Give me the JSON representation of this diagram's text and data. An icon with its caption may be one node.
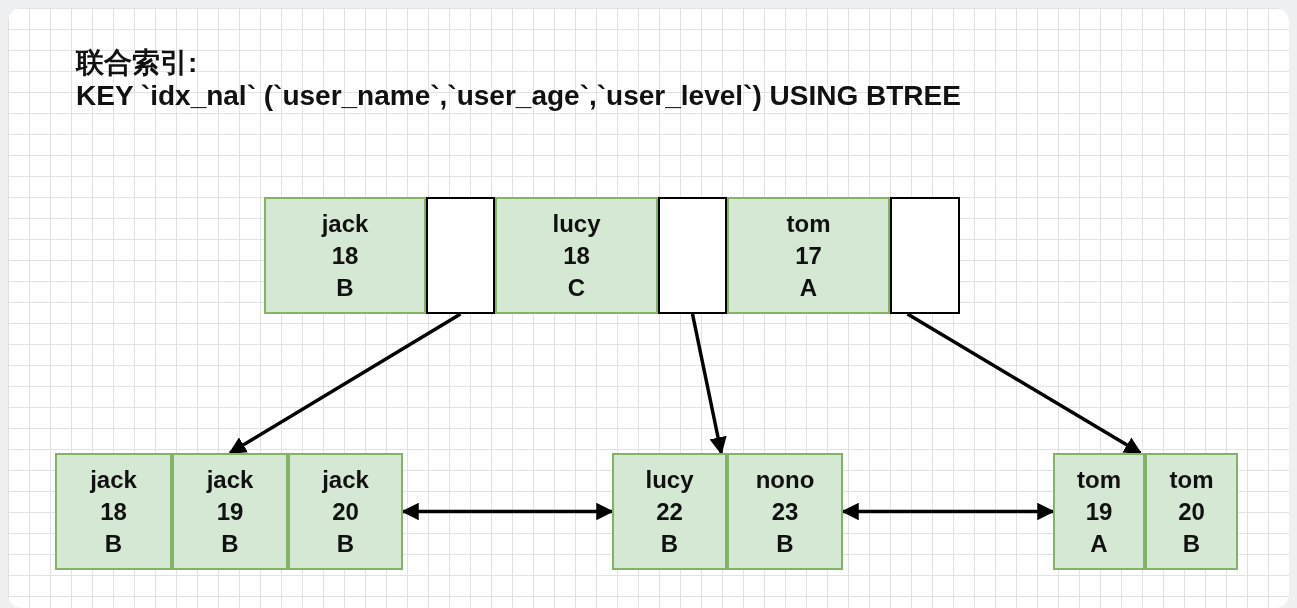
{
  "diagram": {
    "title": "联合索引:",
    "nodes": [
      {
        "text": [
          "jack",
          "18",
          "B"
        ]
      },
      {
        "text": [],
        "shape": "box"
      },
      {
        "text": [
          "lucy",
          "18",
          "C"
        ]
      },
      {
        "text": [],
        "shape": "box"
      },
      {
        "text": [
          "tom",
          "17",
          "A"
        ]
      },
      {
        "text": [],
        "shape": "box"
      },
      {
        "text": [
          "jack",
          "18",
          "B"
        ]
      },
      {
        "text": [
          "jack",
          "19",
          "B"
        ]
      },
      {
        "text": [
          "jack",
          "20",
          "B"
        ]
      },
      {
        "text": [
          "lucy",
          "22",
          "B"
        ]
      },
      {
        "text": [
          "nono",
          "23",
          "B"
        ]
      },
      {
        "text": [
          "tom",
          "19",
          "A"
        ]
      },
      {
        "text": [
          "tom",
          "20",
          "B"
        ]
      }
    ],
    "edges": [
      {
        "from": 1,
        "to": 7,
        "arrow": "to"
      },
      {
        "from": 3,
        "to": 9,
        "arrow": "to"
      },
      {
        "from": 5,
        "to": 11,
        "arrow": "to"
      },
      {
        "from": 8,
        "to": 9,
        "arrow": "both"
      },
      {
        "from": 10,
        "to": 11,
        "arrow": "both"
      }
    ],
    "labels": [
      "KEY `idx_nal` (`user_name`,`user_age`,`user_level`) USING BTREE"
    ]
  }
}
